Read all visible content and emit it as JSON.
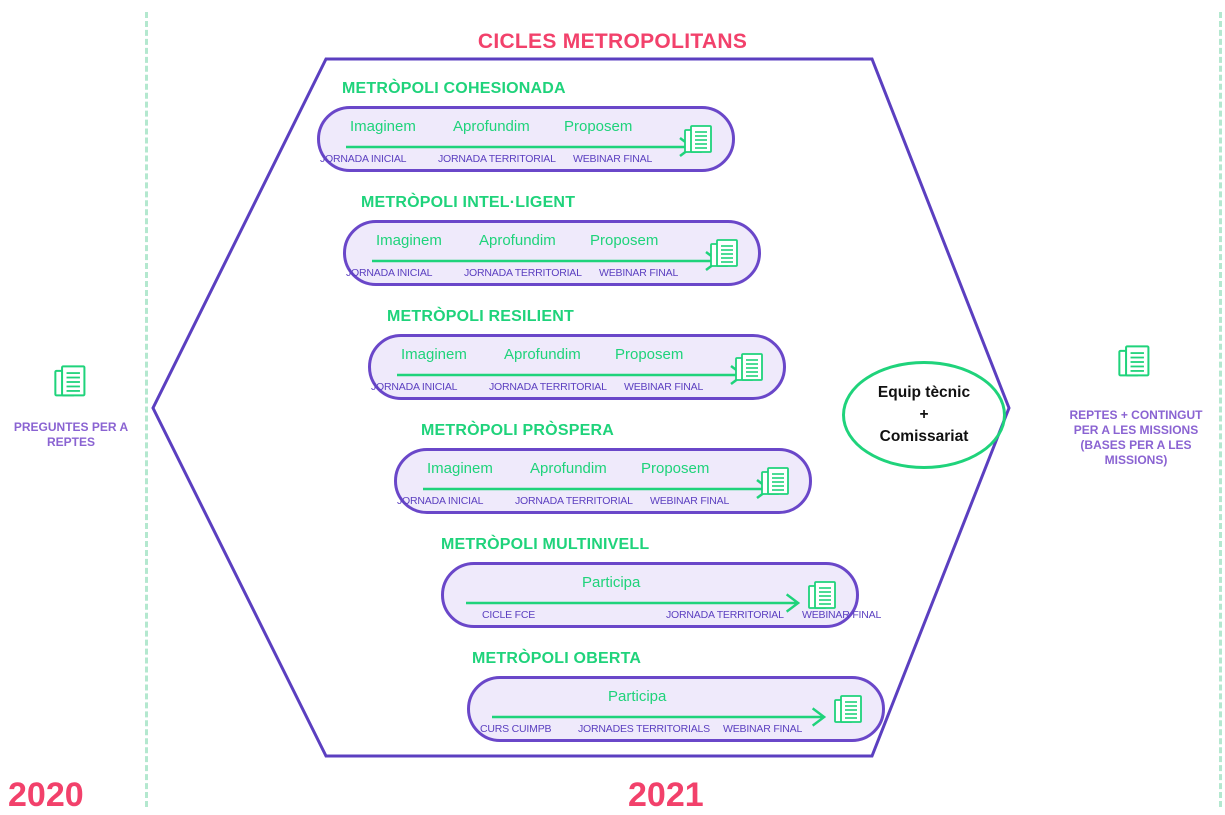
{
  "header": {
    "title": "CICLES METROPOLITANS"
  },
  "years": {
    "left": "2020",
    "center": "2021"
  },
  "left_panel": {
    "label": "PREGUNTES PER A REPTES",
    "icon": "documents-icon"
  },
  "right_panel": {
    "label": "REPTES + CONTINGUT PER A LES MISSIONS (BASES PER A LES MISSIONS)",
    "icon": "documents-icon"
  },
  "center_node": {
    "line1": "Equip tècnic",
    "line2": "+",
    "line3": "Comissariat"
  },
  "colors": {
    "accent_pink": "#f2416b",
    "accent_green": "#1fd37b",
    "accent_purple": "#6a47c9",
    "pill_fill": "#efeafb",
    "dash": "#b4e8cf"
  },
  "cycles": [
    {
      "title": "METRÒPOLI COHESIONADA",
      "steps": [
        "Imaginem",
        "Aprofundim",
        "Proposem"
      ],
      "events": [
        "JORNADA INICIAL",
        "JORNADA TERRITORIAL",
        "WEBINAR FINAL"
      ]
    },
    {
      "title": "METRÒPOLI INTEL·LIGENT",
      "steps": [
        "Imaginem",
        "Aprofundim",
        "Proposem"
      ],
      "events": [
        "JORNADA INICIAL",
        "JORNADA TERRITORIAL",
        "WEBINAR FINAL"
      ]
    },
    {
      "title": "METRÒPOLI RESILIENT",
      "steps": [
        "Imaginem",
        "Aprofundim",
        "Proposem"
      ],
      "events": [
        "JORNADA INICIAL",
        "JORNADA TERRITORIAL",
        "WEBINAR FINAL"
      ]
    },
    {
      "title": "METRÒPOLI PRÒSPERA",
      "steps": [
        "Imaginem",
        "Aprofundim",
        "Proposem"
      ],
      "events": [
        "JORNADA INICIAL",
        "JORNADA TERRITORIAL",
        "WEBINAR FINAL"
      ]
    },
    {
      "title": "METRÒPOLI MULTINIVELL",
      "steps": [
        "Participa"
      ],
      "events": [
        "CICLE FCE",
        "JORNADA TERRITORIAL",
        "WEBINAR FINAL"
      ]
    },
    {
      "title": "METRÒPOLI OBERTA",
      "steps": [
        "Participa"
      ],
      "events": [
        "CURS CUIMPB",
        "JORNADES TERRITORIALS",
        "WEBINAR FINAL"
      ]
    }
  ]
}
